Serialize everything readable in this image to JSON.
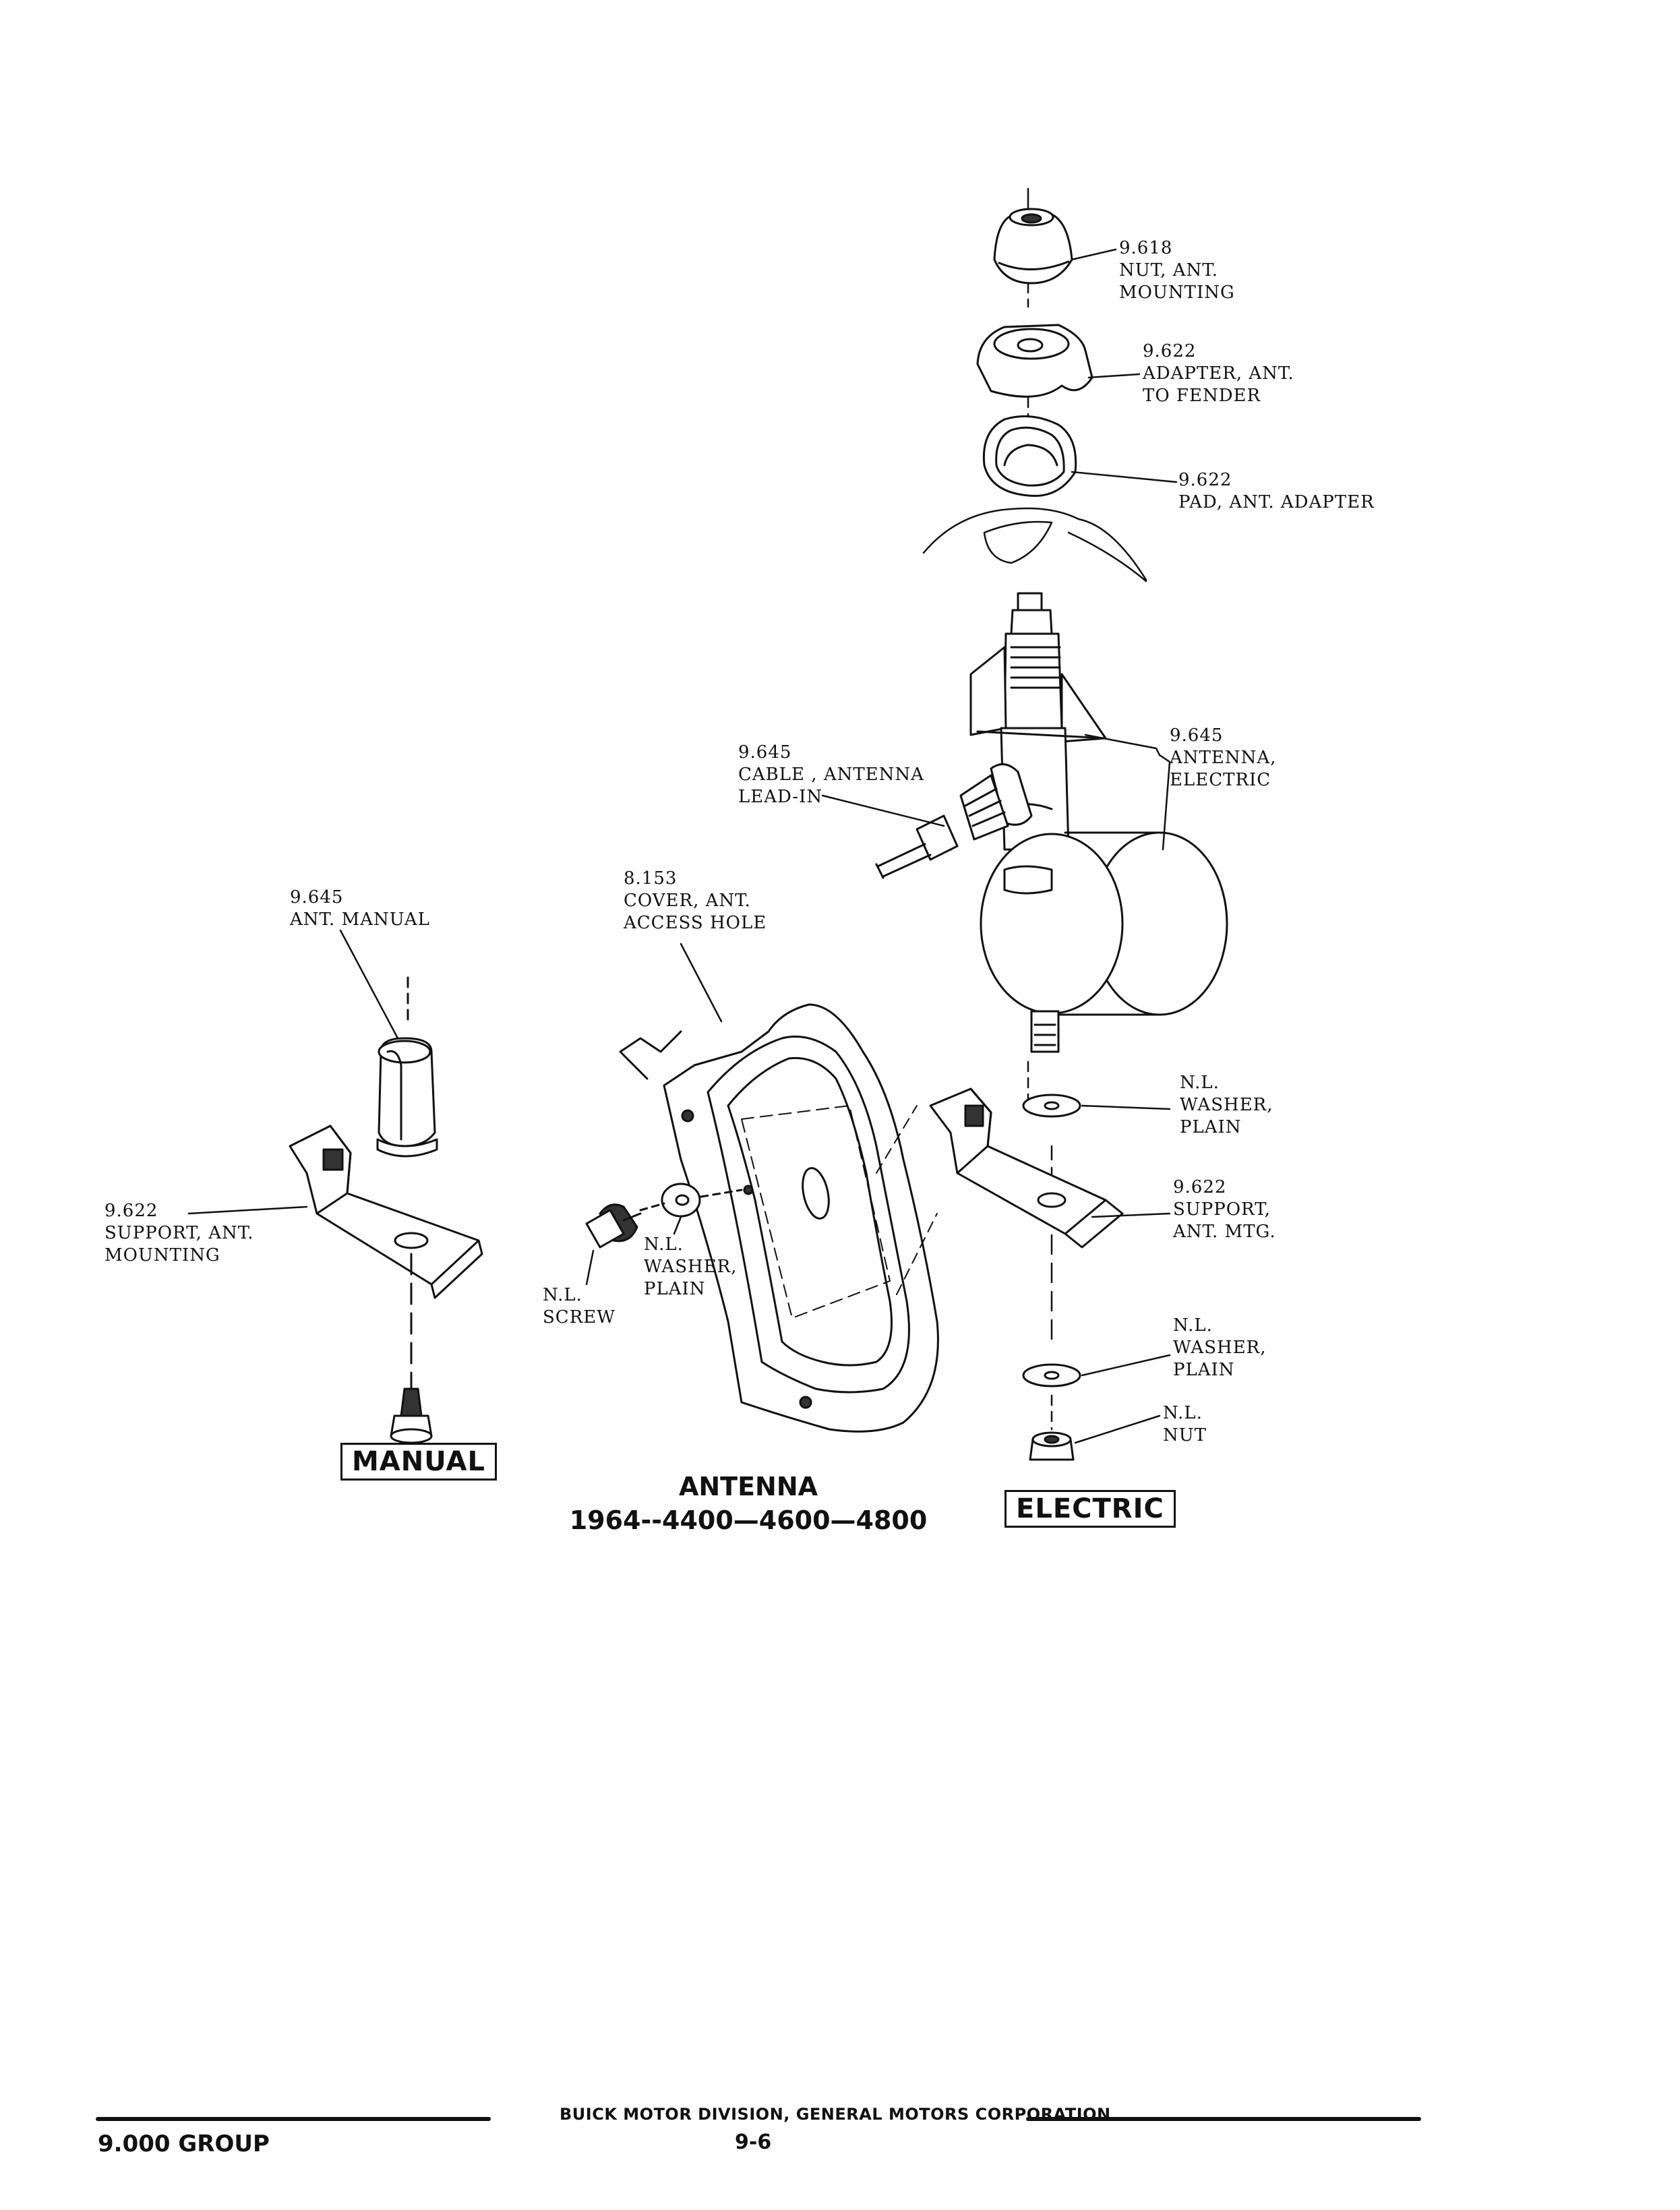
{
  "labels": {
    "nut_mounting": {
      "num": "9.618",
      "l1": "NUT, ANT.",
      "l2": "MOUNTING"
    },
    "adapter_fender": {
      "num": "9.622",
      "l1": "ADAPTER, ANT.",
      "l2": "TO FENDER"
    },
    "pad_adapter": {
      "num": "9.622",
      "l1": "PAD, ANT. ADAPTER"
    },
    "antenna_electric": {
      "num": "9.645",
      "l1": "ANTENNA,",
      "l2": "ELECTRIC"
    },
    "cable_leadin": {
      "num": "9.645",
      "l1": "CABLE , ANTENNA",
      "l2": "LEAD-IN"
    },
    "ant_manual": {
      "num": "9.645",
      "l1": "ANT. MANUAL"
    },
    "cover_access": {
      "num": "8.153",
      "l1": "COVER, ANT.",
      "l2": "ACCESS HOLE"
    },
    "washer_upper": {
      "l1": "N.L.",
      "l2": "WASHER,",
      "l3": "PLAIN"
    },
    "support_mtg": {
      "num": "9.622",
      "l1": "SUPPORT,",
      "l2": "ANT. MTG."
    },
    "support_mounting": {
      "num": "9.622",
      "l1": "SUPPORT, ANT.",
      "l2": "MOUNTING"
    },
    "screw": {
      "l1": "N.L.",
      "l2": "SCREW"
    },
    "washer_mid": {
      "l1": "N.L.",
      "l2": "WASHER,",
      "l3": "PLAIN"
    },
    "washer_lower": {
      "l1": "N.L.",
      "l2": "WASHER,",
      "l3": "PLAIN"
    },
    "nut_lower": {
      "l1": "N.L.",
      "l2": "NUT"
    }
  },
  "boxes": {
    "manual": "MANUAL",
    "electric": "ELECTRIC"
  },
  "title": {
    "line1": "ANTENNA",
    "line2": "1964--4400—4600—4800"
  },
  "footer": {
    "group": "9.000 GROUP",
    "division": "BUICK MOTOR DIVISION, GENERAL MOTORS CORPORATION",
    "page": "9-6"
  }
}
